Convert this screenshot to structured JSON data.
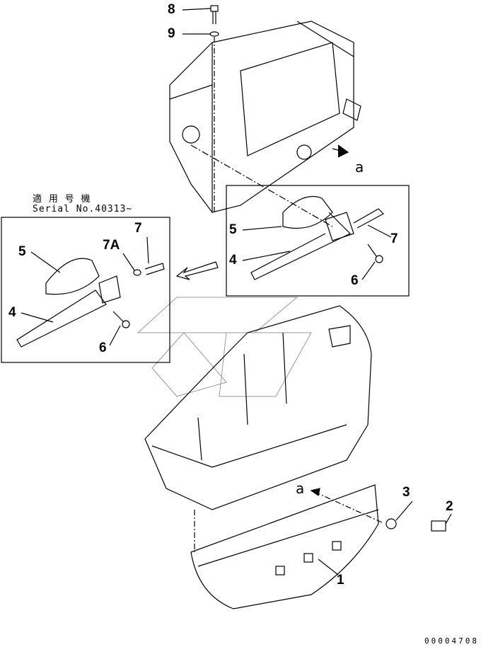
{
  "callouts": {
    "bolt_8": "8",
    "washer_9": "9",
    "ref_a_top": "a",
    "lever_5_right": "5",
    "bolt_7_right": "7",
    "rod_4_right": "4",
    "bolt_6_right": "6",
    "lever_5_left": "5",
    "washer_7A": "7A",
    "bolt_7_left": "7",
    "rod_4_left": "4",
    "bolt_6_left": "6",
    "ref_a_bottom": "a",
    "bolt_3": "3",
    "cap_2": "2",
    "cover_1": "1"
  },
  "serial_note": {
    "line1": "適 用 号 機",
    "line2": "Serial No.40313~"
  },
  "drawing_code": "00004708"
}
